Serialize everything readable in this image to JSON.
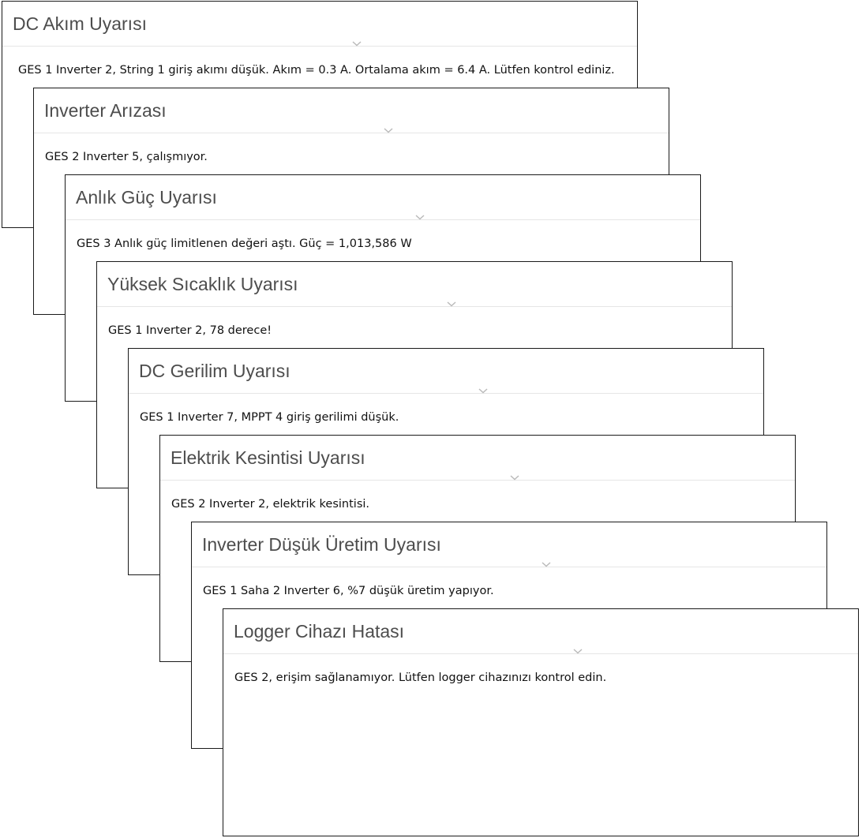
{
  "alerts": [
    {
      "title": "DC Akım Uyarısı",
      "message": "GES 1 Inverter 2, String 1 giriş akımı düşük. Akım = 0.3 A. Ortalama akım = 6.4 A. Lütfen kontrol ediniz."
    },
    {
      "title": "Inverter Arızası",
      "message": "GES 2 Inverter 5, çalışmıyor."
    },
    {
      "title": "Anlık Güç Uyarısı",
      "message": "GES 3 Anlık güç limitlenen değeri aştı. Güç = 1,013,586 W"
    },
    {
      "title": "Yüksek Sıcaklık Uyarısı",
      "message": "GES 1 Inverter 2, 78 derece!"
    },
    {
      "title": "DC Gerilim Uyarısı",
      "message": "GES 1 Inverter 7, MPPT 4 giriş gerilimi düşük."
    },
    {
      "title": "Elektrik Kesintisi Uyarısı",
      "message": "GES 2 Inverter 2, elektrik kesintisi."
    },
    {
      "title": "Inverter Düşük Üretim Uyarısı",
      "message": "GES 1 Saha 2 Inverter 6, %7 düşük üretim yapıyor."
    },
    {
      "title": "Logger Cihazı Hatası",
      "message": "GES 2, erişim sağlanamıyor. Lütfen logger cihazınızı kontrol edin."
    }
  ],
  "icons": {
    "expand": "chevron-down-icon"
  },
  "colors": {
    "title": "#4d4d4d",
    "message": "#111111",
    "border": "#1a1a1a",
    "divider": "#e6e6e6",
    "chevron": "#b9b9b9"
  }
}
